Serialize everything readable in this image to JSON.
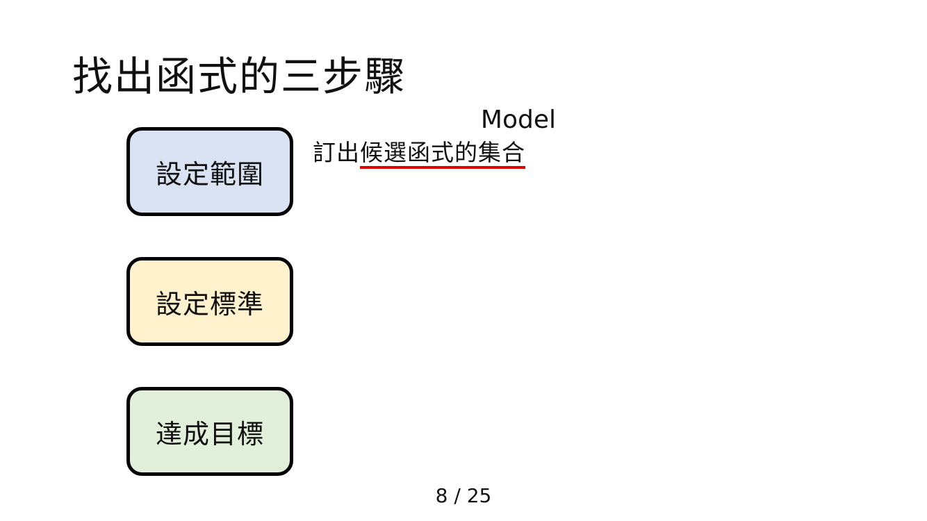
{
  "slide": {
    "title": "找出函式的三步驟",
    "steps": [
      {
        "label": "設定範圍",
        "fill": "#dae3f3"
      },
      {
        "label": "設定標準",
        "fill": "#fff2cc"
      },
      {
        "label": "達成目標",
        "fill": "#e2efda"
      }
    ],
    "model_label": "Model",
    "description": {
      "prefix": "訂出",
      "underlined": "候選函式的集合",
      "underline_color": "#e00000"
    },
    "page_number": "8 / 25"
  }
}
